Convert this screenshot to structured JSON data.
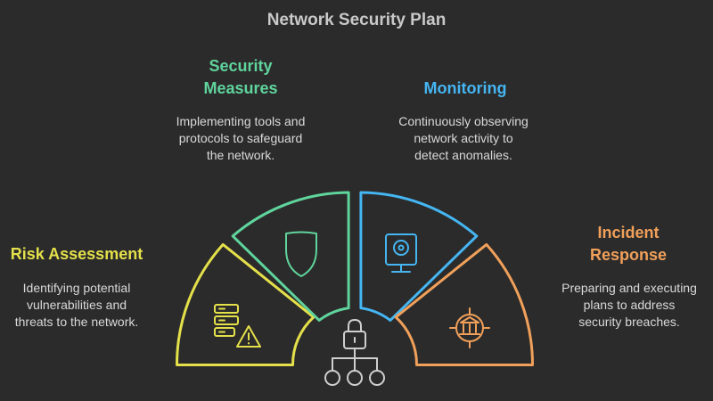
{
  "title": "Network Security Plan",
  "colors": {
    "background": "#2b2b2b",
    "risk": "#e4e04a",
    "security": "#5fd49c",
    "monitoring": "#45b6f2",
    "incident": "#f0a05a",
    "center": "#cfcfcf"
  },
  "center_icon": "network-lock-icon",
  "segments": [
    {
      "key": "risk",
      "title_lines": [
        "Risk Assessment"
      ],
      "desc_lines": [
        "Identifying potential",
        "vulnerabilities and",
        "threats to the network."
      ],
      "icon": "server-warning-icon"
    },
    {
      "key": "security",
      "title_lines": [
        "Security",
        "Measures"
      ],
      "desc_lines": [
        "Implementing tools and",
        "protocols to safeguard",
        "the network."
      ],
      "icon": "shield-icon"
    },
    {
      "key": "monitoring",
      "title_lines": [
        "Monitoring"
      ],
      "desc_lines": [
        "Continuously observing",
        "network activity to",
        "detect anomalies."
      ],
      "icon": "camera-monitor-icon"
    },
    {
      "key": "incident",
      "title_lines": [
        "Incident",
        "Response"
      ],
      "desc_lines": [
        "Preparing and executing",
        "plans to address",
        "security breaches."
      ],
      "icon": "response-target-icon"
    }
  ]
}
